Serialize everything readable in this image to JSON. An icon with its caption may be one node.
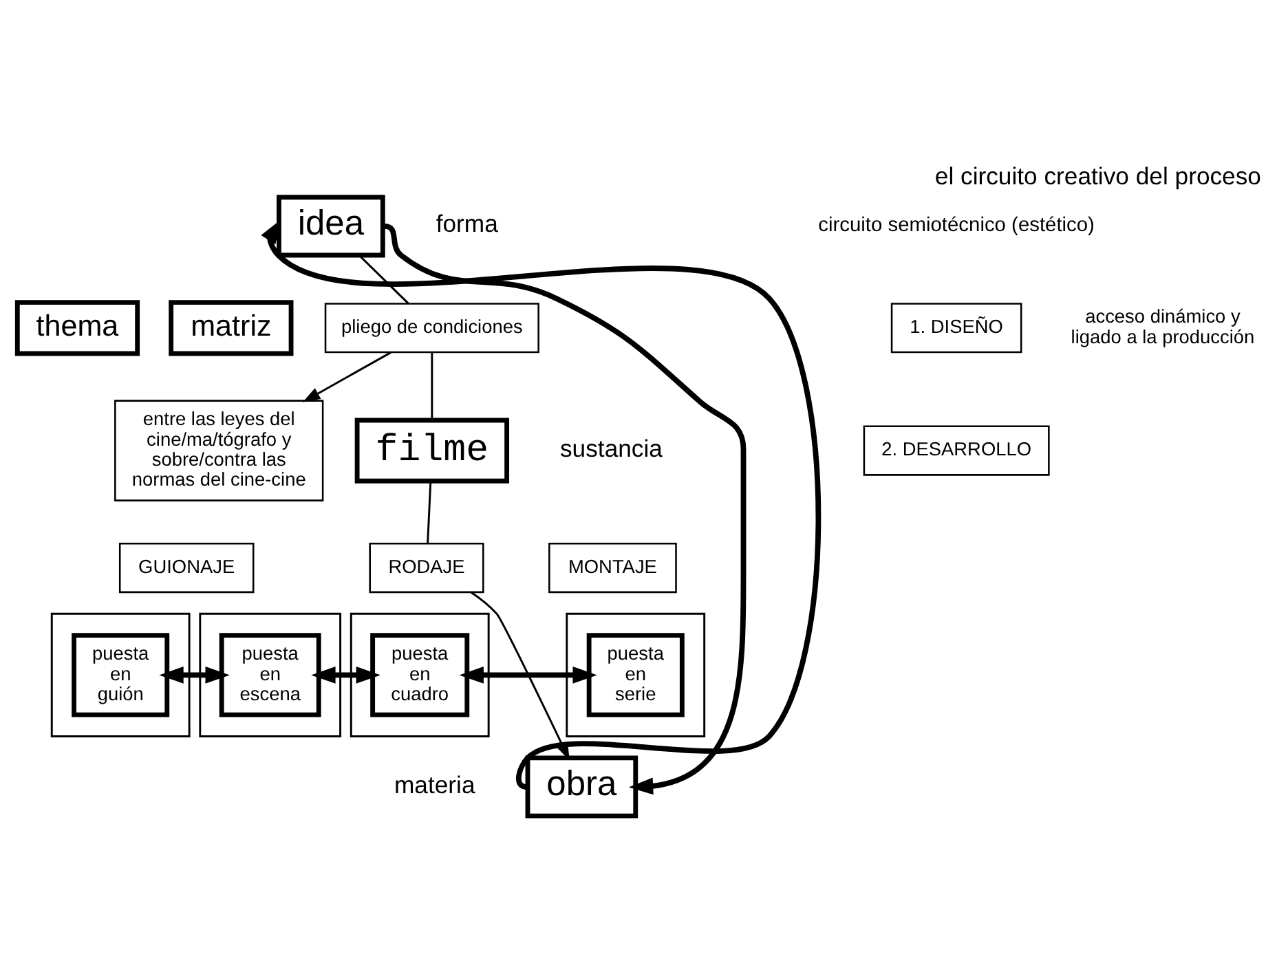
{
  "diagram": {
    "title": "el circuito creativo del proceso",
    "nodes": [
      {
        "text": [
          "idea"
        ],
        "beside": [
          "forma"
        ]
      },
      {
        "text": [
          "1. DISEÑO"
        ],
        "beside": [
          "acceso dinámico y ligado a la producción"
        ]
      },
      {
        "text": [
          "thema"
        ]
      },
      {
        "text": [
          "matriz"
        ]
      },
      {
        "text": [
          "pliego de condiciones"
        ]
      },
      {
        "text": [
          "entre las leyes del cine/ma/tógrafo y sobre/contra las normas del cine-cine"
        ]
      },
      {
        "text": [
          "filme"
        ],
        "beside": [
          "sustancia"
        ]
      },
      {
        "text": [
          "2. DESARROLLO"
        ]
      },
      {
        "text": [
          "GUIONAJE"
        ]
      },
      {
        "text": [
          "RODAJE"
        ]
      },
      {
        "text": [
          "MONTAJE"
        ]
      },
      {
        "text": [],
        "shape": "box"
      },
      {
        "text": [
          "puesta en guión"
        ],
        "in": 11
      },
      {
        "text": [],
        "shape": "box"
      },
      {
        "text": [
          "puesta en escena"
        ],
        "in": 13
      },
      {
        "text": [],
        "shape": "box"
      },
      {
        "text": [
          "puesta en cuadro"
        ],
        "in": 15
      },
      {
        "text": [],
        "shape": "box"
      },
      {
        "text": [
          "puesta en serie"
        ],
        "in": 17
      },
      {
        "text": [
          "obra"
        ],
        "beside": [
          "materia"
        ]
      }
    ],
    "edges": [
      {
        "from": 19,
        "to": 0,
        "arrow": "to",
        "style": "thick"
      },
      {
        "from": 0,
        "to": 19,
        "arrow": "to",
        "style": "thick"
      },
      {
        "from": 0,
        "to": 4,
        "arrow": "none"
      },
      {
        "from": 4,
        "to": 6,
        "arrow": "none"
      },
      {
        "from": 4,
        "to": 5,
        "arrow": "to"
      },
      {
        "from": 6,
        "to": 9,
        "arrow": "none"
      },
      {
        "from": 9,
        "to": 19,
        "arrow": "to"
      },
      {
        "from": 12,
        "to": 14,
        "arrow": "both",
        "style": "thick"
      },
      {
        "from": 14,
        "to": 16,
        "arrow": "both",
        "style": "thick"
      },
      {
        "from": 16,
        "to": 18,
        "arrow": "both",
        "style": "thick"
      }
    ],
    "labels": [
      "circuito semiotécnico (estético)"
    ]
  }
}
